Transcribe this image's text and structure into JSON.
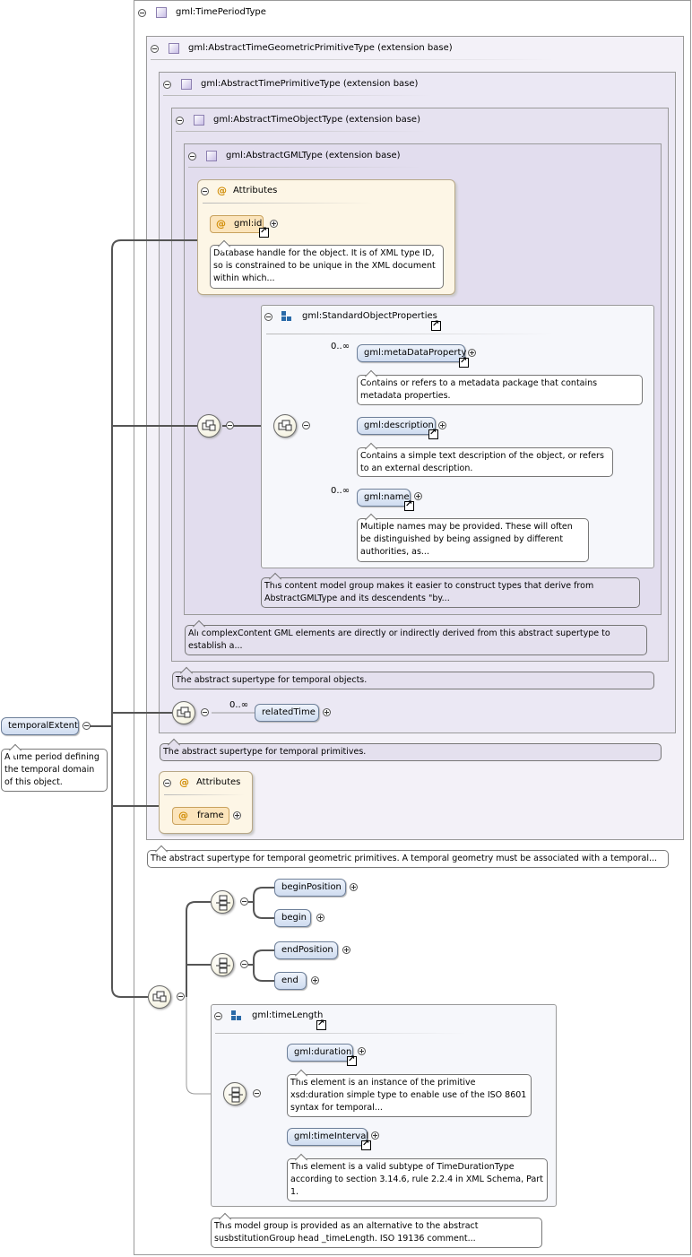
{
  "root_element": {
    "name": "temporalExtent",
    "doc": "A time period defining the temporal domain of this object."
  },
  "types": {
    "time_period": "gml:TimePeriodType",
    "geometric_primitive": "gml:AbstractTimeGeometricPrimitiveType (extension base)",
    "primitive": "gml:AbstractTimePrimitiveType (extension base)",
    "object": "gml:AbstractTimeObjectType (extension base)",
    "gml": "gml:AbstractGMLType (extension base)"
  },
  "gml_attributes": {
    "title": "Attributes",
    "id_label": "gml:id",
    "id_doc": "Database handle for the object. It is of XML type ID, so is constrained to be unique in the XML document within which..."
  },
  "standard_props": {
    "title": "gml:StandardObjectProperties",
    "meta_occ": "0..∞",
    "meta_label": "gml:metaDataProperty",
    "meta_doc": "Contains or refers to a metadata package that contains metadata properties.",
    "desc_label": "gml:description",
    "desc_doc": "Contains a simple text description of the object, or refers to an external description.",
    "name_occ": "0..∞",
    "name_label": "gml:name",
    "name_doc": "Multiple names may be provided. These will often be distinguished by being assigned by different authorities, as...",
    "group_doc": "This content model group makes it easier to construct types that derive from AbstractGMLType and its descendents \"by..."
  },
  "docs": {
    "gml_type": "All complexContent GML elements are directly or indirectly derived from this abstract supertype to establish a...",
    "object_type": "The abstract supertype for temporal objects.",
    "primitive_type": "The abstract supertype for temporal primitives.",
    "geometric_type": "The abstract supertype for temporal geometric primitives. A temporal geometry must be associated with a temporal..."
  },
  "related_time": {
    "occ": "0..∞",
    "label": "relatedTime"
  },
  "frame_attributes": {
    "title": "Attributes",
    "frame_label": "frame"
  },
  "sequence": {
    "begin_position": "beginPosition",
    "begin": "begin",
    "end_position": "endPosition",
    "end": "end"
  },
  "time_length": {
    "title": "gml:timeLength",
    "duration_label": "gml:duration",
    "duration_doc": "This element is an instance of the primitive xsd:duration simple type to enable use of the ISO 8601 syntax for temporal...",
    "interval_label": "gml:timeInterval",
    "interval_doc": "This element is a valid subtype of TimeDurationType according to section 3.14.6, rule 2.2.4 in XML Schema, Part 1.",
    "group_doc": "This model group is provided as an alternative to the abstract susbstitutionGroup head _timeLength. ISO 19136 comment..."
  },
  "colors": {
    "element_fill": "#cfdcf0",
    "attribute_fill": "#fbe4bb",
    "at_symbol": "#d08a00",
    "type_icon": "#c8bde6"
  }
}
